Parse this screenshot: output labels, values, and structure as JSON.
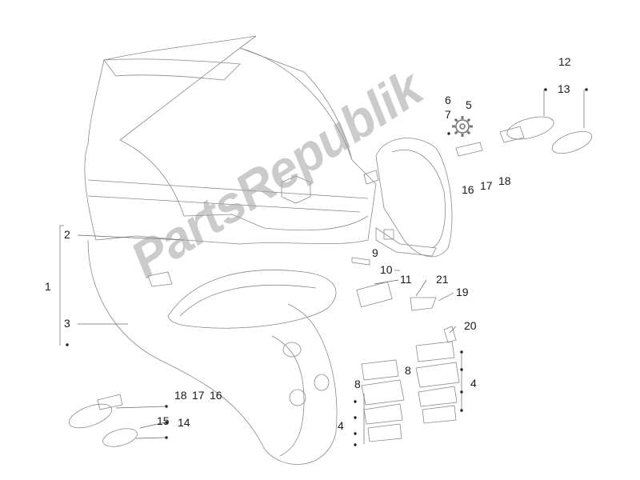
{
  "watermark": "PartsRepublik",
  "callouts": {
    "c1": "1",
    "c2": "2",
    "c3": "3",
    "c4a": "4",
    "c4b": "4",
    "c5": "5",
    "c6": "6",
    "c7": "7",
    "c8a": "8",
    "c8b": "8",
    "c9": "9",
    "c10": "10",
    "c11": "11",
    "c12": "12",
    "c13": "13",
    "c14": "14",
    "c15": "15",
    "c16a": "16",
    "c17a": "17",
    "c18a": "18",
    "c16b": "16",
    "c17b": "17",
    "c18b": "18",
    "c19": "19",
    "c20": "20",
    "c21": "21"
  },
  "icons": {
    "gear": "gear-icon"
  },
  "colors": {
    "line": "#777777",
    "text": "#1a1a1a",
    "watermark": "#a0a0a0"
  }
}
